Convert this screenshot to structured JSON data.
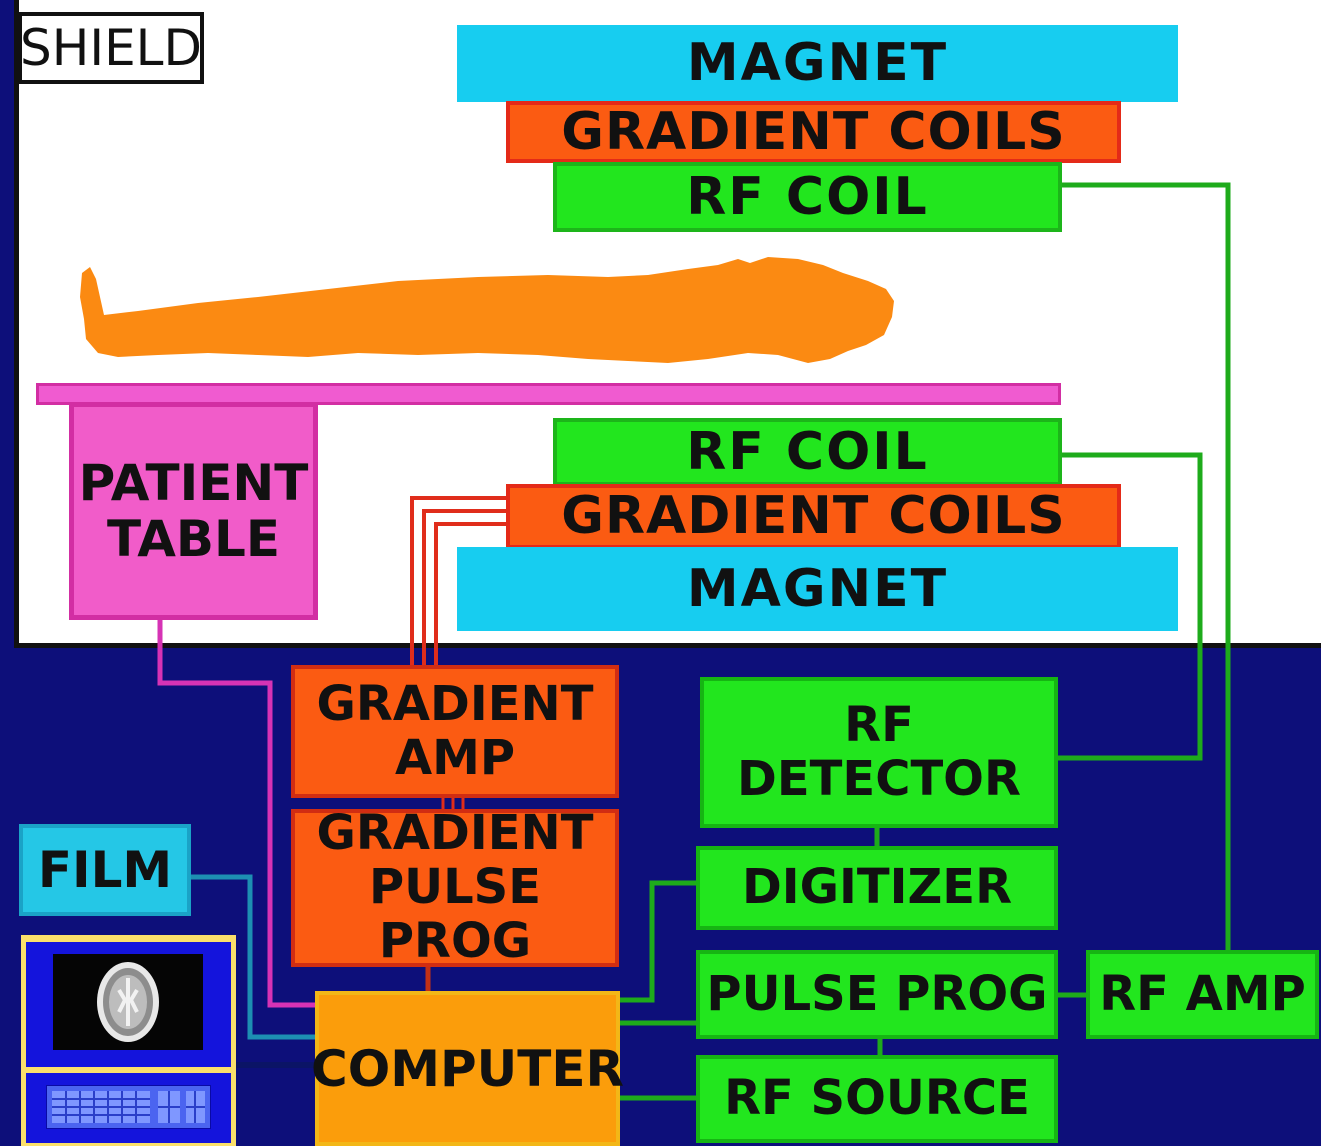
{
  "shield": {
    "label": "SHIELD"
  },
  "upper_assembly": {
    "magnet": "MAGNET",
    "gradient_coils": "GRADIENT COILS",
    "rf_coil": "RF COIL"
  },
  "lower_assembly": {
    "rf_coil": "RF COIL",
    "gradient_coils": "GRADIENT COILS",
    "magnet": "MAGNET"
  },
  "patient_table": {
    "label": "PATIENT\nTABLE"
  },
  "components": {
    "gradient_amp": "GRADIENT\nAMP",
    "gradient_pulse_prog": "GRADIENT\nPULSE PROG",
    "rf_detector": "RF\nDETECTOR",
    "digitizer": "DIGITIZER",
    "pulse_prog": "PULSE PROG",
    "rf_amp": "RF AMP",
    "rf_source": "RF  SOURCE",
    "computer": "COMPUTER",
    "film": "FILM"
  },
  "icons": [
    "patient-body-icon",
    "brain-scan-icon",
    "keyboard-icon"
  ],
  "colors": {
    "background": "#0d0f7a",
    "magnet": "#17cdf0",
    "gradient": "#fb5b12",
    "rf": "#22e61e",
    "patient_table": "#f15cc9",
    "computer": "#fb9d0b",
    "film": "#25c7e6",
    "body": "#fb8a12"
  }
}
